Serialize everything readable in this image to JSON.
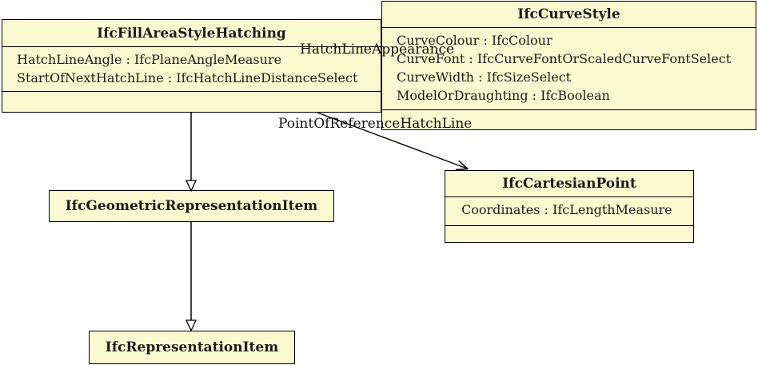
{
  "diagram": {
    "classes": [
      {
        "title": "IfcCurveStyle",
        "attributes": [
          "CurveColour : IfcColour",
          "CurveFont : IfcCurveFontOrScaledCurveFontSelect",
          "CurveWidth : IfcSizeSelect",
          "ModelOrDraughting : IfcBoolean"
        ]
      },
      {
        "title": "IfcFillAreaStyleHatching",
        "attributes": [
          "HatchLineAngle : IfcPlaneAngleMeasure",
          "StartOfNextHatchLine : IfcHatchLineDistanceSelect"
        ]
      },
      {
        "title": "IfcGeometricRepresentationItem",
        "attributes": []
      },
      {
        "title": "IfcCartesianPoint",
        "attributes": [
          "Coordinates : IfcLengthMeasure"
        ]
      },
      {
        "title": "IfcRepresentationItem",
        "attributes": []
      }
    ],
    "labels": {
      "hatch_line_appearance": "HatchLineAppearance",
      "point_of_reference_hatch_line": "PointOfReferenceHatchLine"
    },
    "colors": {
      "box_fill": "#fbf9d0",
      "box_border": "#000000",
      "text": "#1c1c1c"
    }
  }
}
